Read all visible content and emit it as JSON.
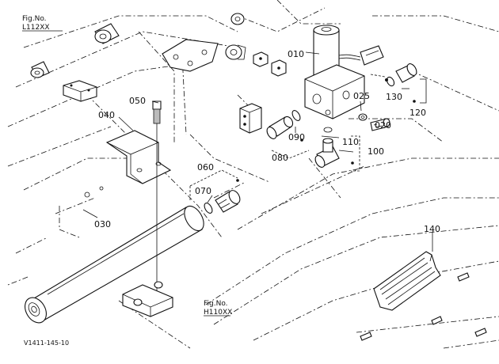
{
  "fig_refs": [
    {
      "line1": "Fig.No.",
      "line2": "L112XX"
    },
    {
      "line1": "Fig.No.",
      "line2": "H110XX"
    }
  ],
  "callouts": {
    "c010": "010",
    "c020": "020",
    "c025": "025",
    "c030": "030",
    "c040": "040",
    "c050": "050",
    "c060": "060",
    "c070": "070",
    "c080": "080",
    "c090": "090",
    "c100": "100",
    "c110": "110",
    "c120": "120",
    "c130": "130",
    "c140": "140"
  },
  "drawing_code": "V1411-145-10"
}
